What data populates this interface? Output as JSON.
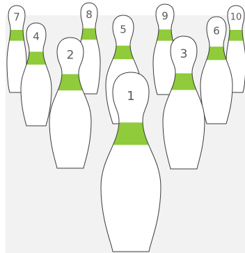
{
  "colors": {
    "background": "#f1f2f1",
    "pin_fill": "#ffffff",
    "pin_outline": "#3a3a3a",
    "stripe": "#8fcb3a",
    "number": "#5a5a5a"
  },
  "pins": [
    {
      "id": "pin-7",
      "number": "7"
    },
    {
      "id": "pin-8",
      "number": "8"
    },
    {
      "id": "pin-9",
      "number": "9"
    },
    {
      "id": "pin-10",
      "number": "10"
    },
    {
      "id": "pin-4",
      "number": "4"
    },
    {
      "id": "pin-5",
      "number": "5"
    },
    {
      "id": "pin-6",
      "number": "6"
    },
    {
      "id": "pin-2",
      "number": "2"
    },
    {
      "id": "pin-3",
      "number": "3"
    },
    {
      "id": "pin-1",
      "number": "1"
    }
  ]
}
